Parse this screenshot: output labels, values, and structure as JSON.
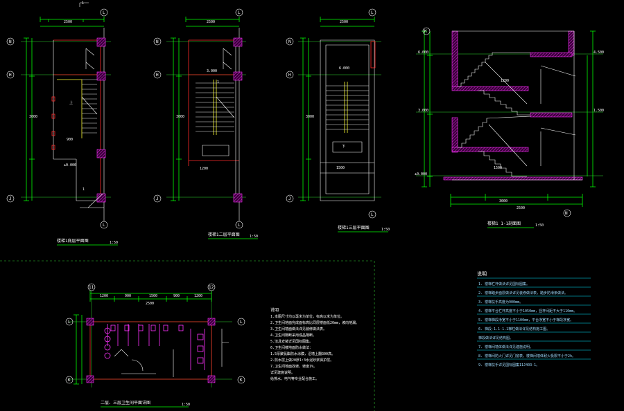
{
  "plans": {
    "p1": {
      "title": "楼梯1底层平面图",
      "scale": "1:50"
    },
    "p2": {
      "title": "楼梯1二层平面图",
      "scale": "1:50"
    },
    "p3": {
      "title": "楼梯1三层平面图",
      "scale": "1:50"
    },
    "section": {
      "title": "楼梯1 1-1剖面图",
      "scale": "1:50"
    },
    "toilet": {
      "title": "二层、三层卫生间平面详图",
      "scale": "1:50"
    }
  },
  "axes": {
    "L": "L",
    "N": "N",
    "H": "H",
    "J": "J",
    "K": "K",
    "n11": "11",
    "n12": "12",
    "one": "1"
  },
  "dims": {
    "d1": "2500",
    "d2": "1200",
    "d3": "3000",
    "d4": "1500",
    "d5": "900",
    "w1": "1.500",
    "w2": "3.000",
    "w3": "4.500",
    "w4": "6.000",
    "w5": "±0.000",
    "up": "上",
    "dn": "下",
    "cut": "1"
  },
  "notes_small": {
    "head": "说明",
    "lines": [
      "1.本图尺寸均以毫米为单位，标高以米为单位。",
      "2.卫生间地面完成面标高比同层楼面低20mm，坡向地漏。",
      "3.卫生间墙面做法详见装修做法表。",
      "4.卫生间隔断采用成品隔断。",
      "5.洁具安装详见国标图集。",
      "6.卫生间楼地面防水做法：",
      "  1.5厚聚氨酯防水涂膜，沿墙上翻300高。",
      "  2.防水层上做20厚1:3水泥砂浆保护层。",
      "7.卫生间地面找坡，坡度1%。",
      "  详见建施说明。",
      "  给排水、电气等专业配合施工。"
    ]
  },
  "notes_big": {
    "head": "说明",
    "lines": [
      "1. 楼梯栏杆做法详见国标图集。",
      "2. 楼梯踏步面层做法详见装修做法表，踏步防滑条做法。",
      "3. 楼梯扶手高度为900mm。",
      "4. 楼梯平台栏杆高度不小于1050mm，竖杆间距不大于110mm。",
      "5. 楼梯梯段净宽不小于1100mm，平台净宽不小于梯段净宽。",
      "6. 梯段-1.1-1.1梯柱做法详见结构施工图。",
      "   梯段做法详见结构图。",
      "7. 楼梯间墙体做法详见建施说明。",
      "8. 楼梯间防火门详见门窗表，楼梯间墙体耐火极限不小于2h。",
      "9. 楼梯扶手详见国标图集11J403-1。"
    ]
  }
}
